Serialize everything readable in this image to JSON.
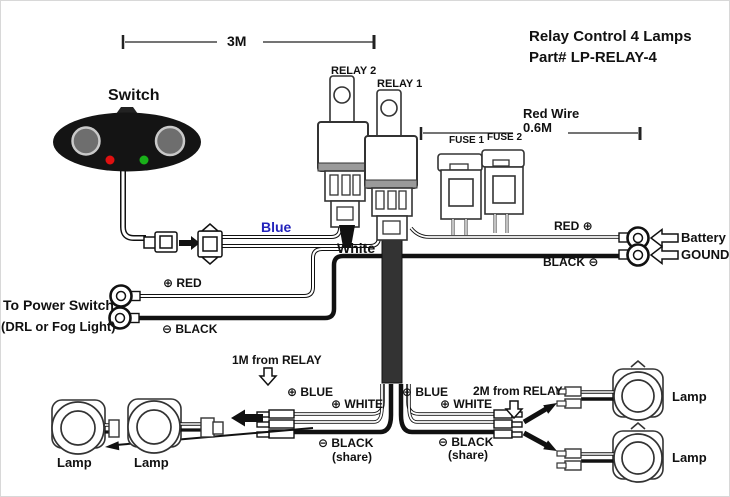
{
  "diagram": {
    "titles": {
      "line1": "Relay Control 4 Lamps",
      "line2": "Part# LP-RELAY-4"
    },
    "dimensions": {
      "top": "3M",
      "red_wire": "Red Wire",
      "red_wire_len": "0.6M",
      "left_harness": "1M from RELAY",
      "right_harness": "2M from RELAY"
    },
    "switch": {
      "label": "Switch"
    },
    "relays": {
      "relay2": "RELAY 2",
      "relay1": "RELAY 1"
    },
    "fuses": {
      "fuse1": "FUSE 1",
      "fuse2": "FUSE 2"
    },
    "wires": {
      "blue": "Blue",
      "white": "White",
      "battery_red": "RED  ⊕",
      "battery_black": "BLACK  ⊖",
      "power_red": "⊕  RED",
      "power_black": "⊖  BLACK",
      "left_blue": "⊕ BLUE",
      "left_white": "⊕  WHITE",
      "left_black": "⊖  BLACK",
      "left_share": "(share)",
      "right_blue": "⊕ BLUE",
      "right_white": "⊕ WHITE",
      "right_black": "⊖  BLACK",
      "right_share": "(share)"
    },
    "endpoints": {
      "battery": "Battery",
      "ground": "GOUND",
      "power_line1": "To Power Switch",
      "power_line2": "(DRL or Fog Light)"
    },
    "lamps": [
      "Lamp",
      "Lamp",
      "Lamp",
      "Lamp"
    ],
    "colors": {
      "blue_label": "#2323bb",
      "red_led": "#e01010",
      "green_led": "#19b019"
    }
  }
}
